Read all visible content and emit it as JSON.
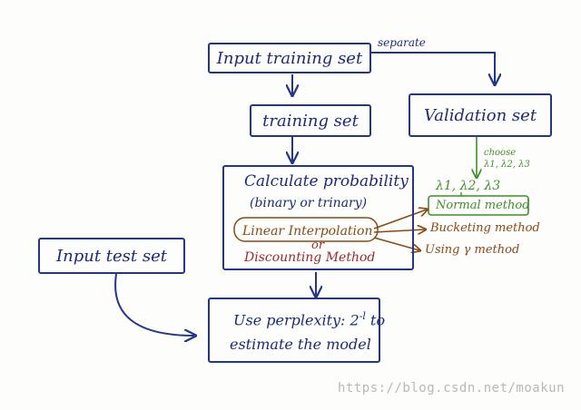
{
  "nodes": {
    "input_training_set": "Input training set",
    "training_set": "training set",
    "validation_set": "Validation set",
    "calc_title": "Calculate probability",
    "calc_sub": "(binary or trinary)",
    "linear_interpolation": "Linear Interpolation",
    "or": "or",
    "discounting_method": "Discounting Method",
    "input_test_set": "Input test set",
    "perplexity_line1": "Use perplexity: 2",
    "perplexity_exponent": "-l",
    "perplexity_suffix": "to",
    "perplexity_line2": "estimate the model"
  },
  "annotations": {
    "separate": "separate",
    "choose": "choose",
    "lambdas_small": "λ1, λ2, λ3",
    "lambdas": "λ1, λ2, λ3",
    "normal_method": "Normal method",
    "bucketing_method": "Bucketing method",
    "using_gamma_method": "Using γ method"
  },
  "watermark": "https://blog.csdn.net/moakun",
  "colors": {
    "ink_navy": "#1d2a78",
    "ink_green": "#3f8f2a",
    "ink_brown": "#8a4a14",
    "ink_red": "#9a2a2a"
  }
}
